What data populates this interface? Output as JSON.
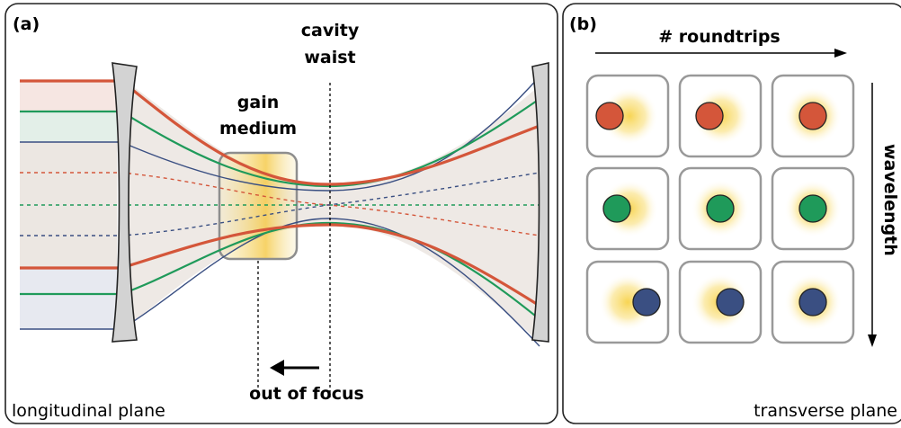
{
  "panel_a": {
    "tag": "(a)",
    "cavity_waist_line1": "cavity",
    "cavity_waist_line2": "waist",
    "gain_line1": "gain",
    "gain_line2": "medium",
    "out_of_focus": "out of focus",
    "plane_label": "longitudinal plane"
  },
  "panel_b": {
    "tag": "(b)",
    "roundtrips": "# roundtrips",
    "wavelength": "wavelength",
    "plane_label": "transverse plane"
  },
  "colors": {
    "red": "#d4563a",
    "green": "#1f9a5a",
    "blue": "#3a4f82",
    "mirror": "#d3d3d3",
    "glow": "#f7d24a"
  }
}
